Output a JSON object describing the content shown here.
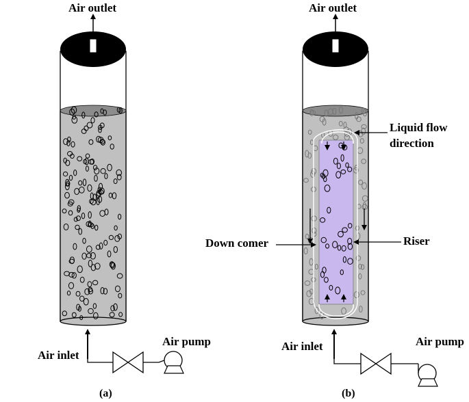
{
  "panel_a": {
    "air_outlet": "Air outlet",
    "air_inlet": "Air inlet",
    "air_pump": "Air pump",
    "caption": "(a)"
  },
  "panel_b": {
    "air_outlet": "Air outlet",
    "air_inlet": "Air inlet",
    "air_pump": "Air pump",
    "caption": "(b)",
    "liquid_flow_line1": "Liquid flow",
    "liquid_flow_line2": "direction",
    "down_comer": "Down comer",
    "riser": "Riser"
  },
  "colors": {
    "liquid": "#c0c0c0",
    "liquid_surface": "#8c8c8c",
    "cap": "#000000",
    "riser": "#c8b8ee"
  }
}
